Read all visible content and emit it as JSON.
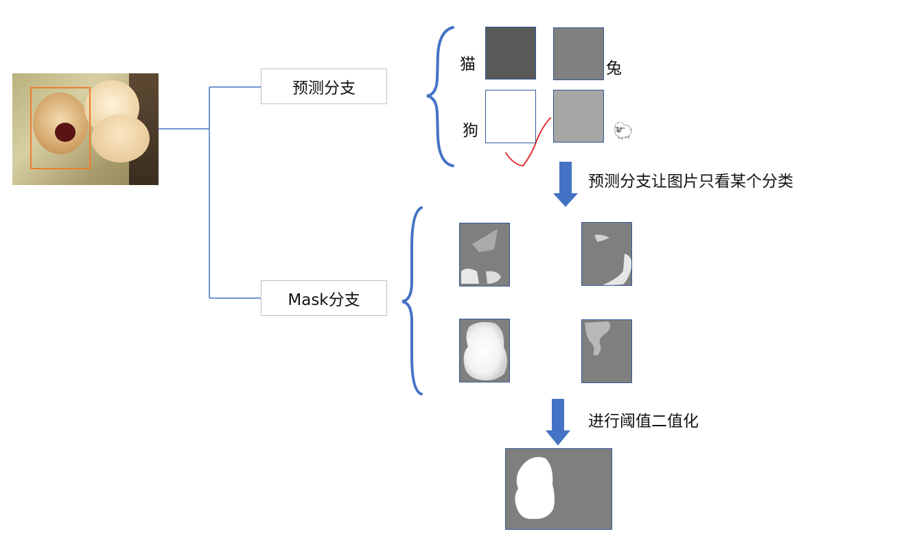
{
  "branches": {
    "prediction": "预测分支",
    "mask": "Mask分支"
  },
  "classes": {
    "cat": "猫",
    "rabbit": "兔",
    "dog": "狗",
    "sheep_icon": "🐑"
  },
  "steps": {
    "select_class": "预测分支让图片只看某个分类",
    "threshold": "进行阈值二值化"
  },
  "colors": {
    "accent_blue": "#4472c4",
    "box_border": "#2f5597",
    "bbox_orange": "#ed7d31",
    "check_red": "#e03030",
    "mask_gray": "#7f7f7f",
    "cat_fill": "#595959",
    "rabbit_fill": "#808080",
    "dog_fill": "#ffffff",
    "sheep_fill": "#a6a6a6"
  }
}
